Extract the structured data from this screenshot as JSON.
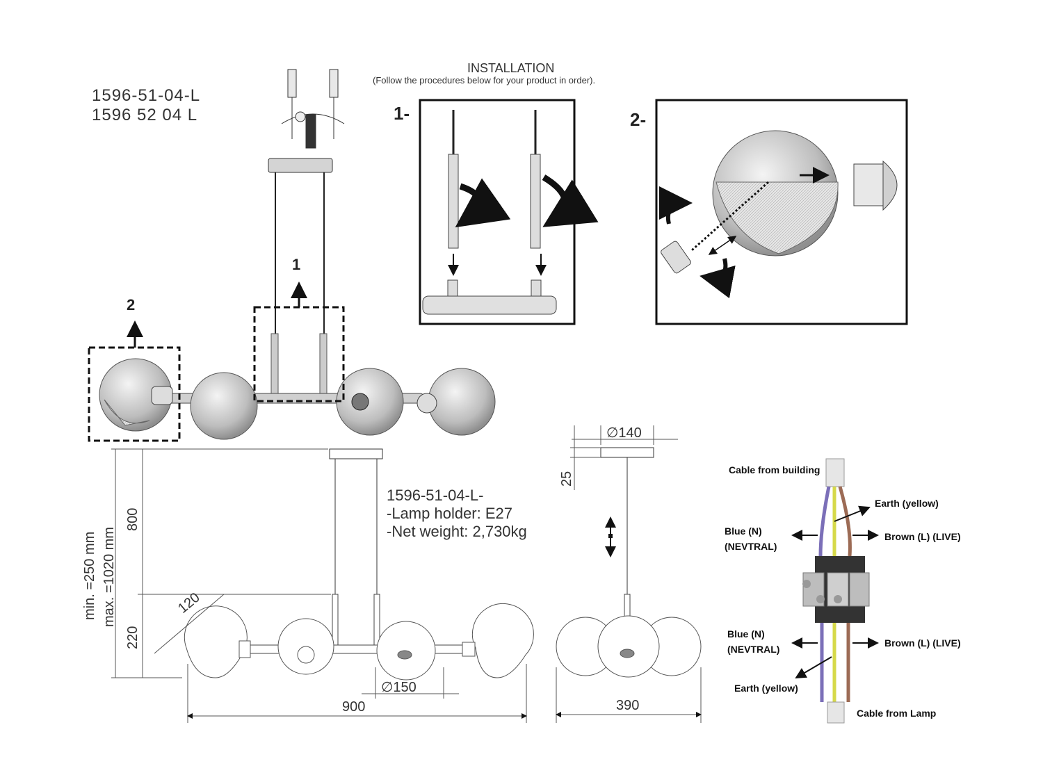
{
  "models": [
    "1596-51-04-L",
    "1596 52 04 L"
  ],
  "installation": {
    "title": "INSTALLATION",
    "subtitle": "(Follow the procedures below for your product in order).",
    "step1_label": "1-",
    "step2_label": "2-"
  },
  "markers": {
    "one": "1",
    "two": "2"
  },
  "specs": {
    "model": "1596-51-04-L-",
    "lamp_holder": "-Lamp holder: E27",
    "net_weight": "-Net weight: 2,730kg"
  },
  "dimensions": {
    "min": "min. =250 mm",
    "max": "max. =1020 mm",
    "drop": "800",
    "body_height": "220",
    "globe_angle": "120",
    "globe_diameter": "∅150",
    "length": "900",
    "width": "390",
    "canopy_diameter": "∅140",
    "canopy_height": "25"
  },
  "wiring": {
    "cable_building": "Cable from building",
    "earth_top": "Earth (yellow)",
    "blue_top_1": "Blue (N)",
    "blue_top_2": "(NEVTRAL)",
    "brown_top": "Brown (L) (LIVE)",
    "blue_bottom_1": "Blue (N)",
    "blue_bottom_2": "(NEVTRAL)",
    "brown_bottom": "Brown (L) (LIVE)",
    "earth_bottom": "Earth (yellow)",
    "cable_lamp": "Cable from Lamp",
    "colors": {
      "blue": "#7b6fb8",
      "yellow": "#d6d94a",
      "brown": "#9c6b55"
    }
  }
}
